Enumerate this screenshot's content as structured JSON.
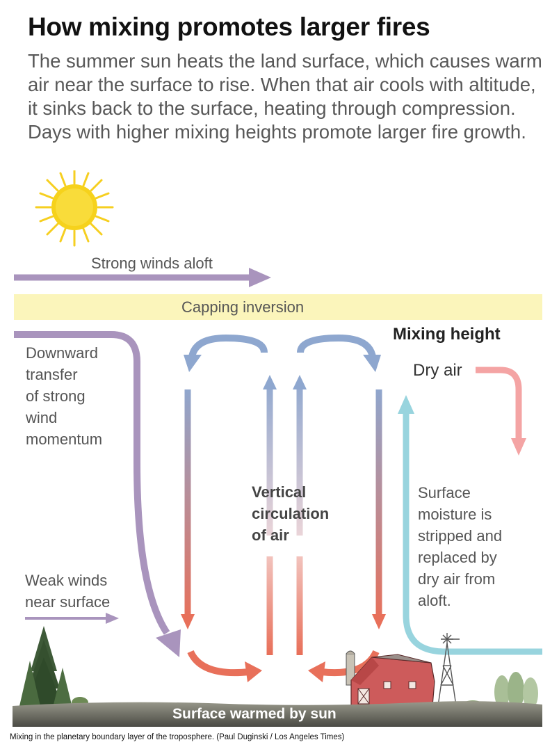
{
  "header": {
    "title": "How mixing promotes larger fires",
    "subtitle": "The summer sun heats the land surface, which causes warm air near the surface to rise. When that air cools with altitude, it sinks back to the surface, heating through compression. Days with higher mixing heights promote larger fire growth."
  },
  "diagram": {
    "strong_winds": "Strong winds aloft",
    "capping_inversion": "Capping inversion",
    "mixing_height": "Mixing height",
    "downward_transfer": [
      "Downward",
      "transfer",
      "of strong",
      "wind",
      "momentum"
    ],
    "weak_winds": [
      "Weak winds",
      "near surface"
    ],
    "vertical_circulation": [
      "Vertical",
      "circulation",
      "of air"
    ],
    "dry_air": "Dry air",
    "surface_moisture": [
      "Surface",
      "moisture is",
      "stripped and",
      "replaced by",
      "dry air from",
      "aloft."
    ],
    "surface_warmed": "Surface warmed by sun"
  },
  "caption": "Mixing in the planetary boundary layer of the troposphere.  (Paul Duginski / Los Angeles Times)",
  "colors": {
    "purple": "#a994bd",
    "blue": "#8ea7cf",
    "red": "#e8705a",
    "pink": "#f4a4a4",
    "cyan": "#98d4de",
    "yellow_band": "#fbf5bb",
    "sun": "#f6d21c"
  },
  "icons": [
    "sun-icon",
    "trees-icon",
    "barn-icon",
    "windmill-icon"
  ]
}
